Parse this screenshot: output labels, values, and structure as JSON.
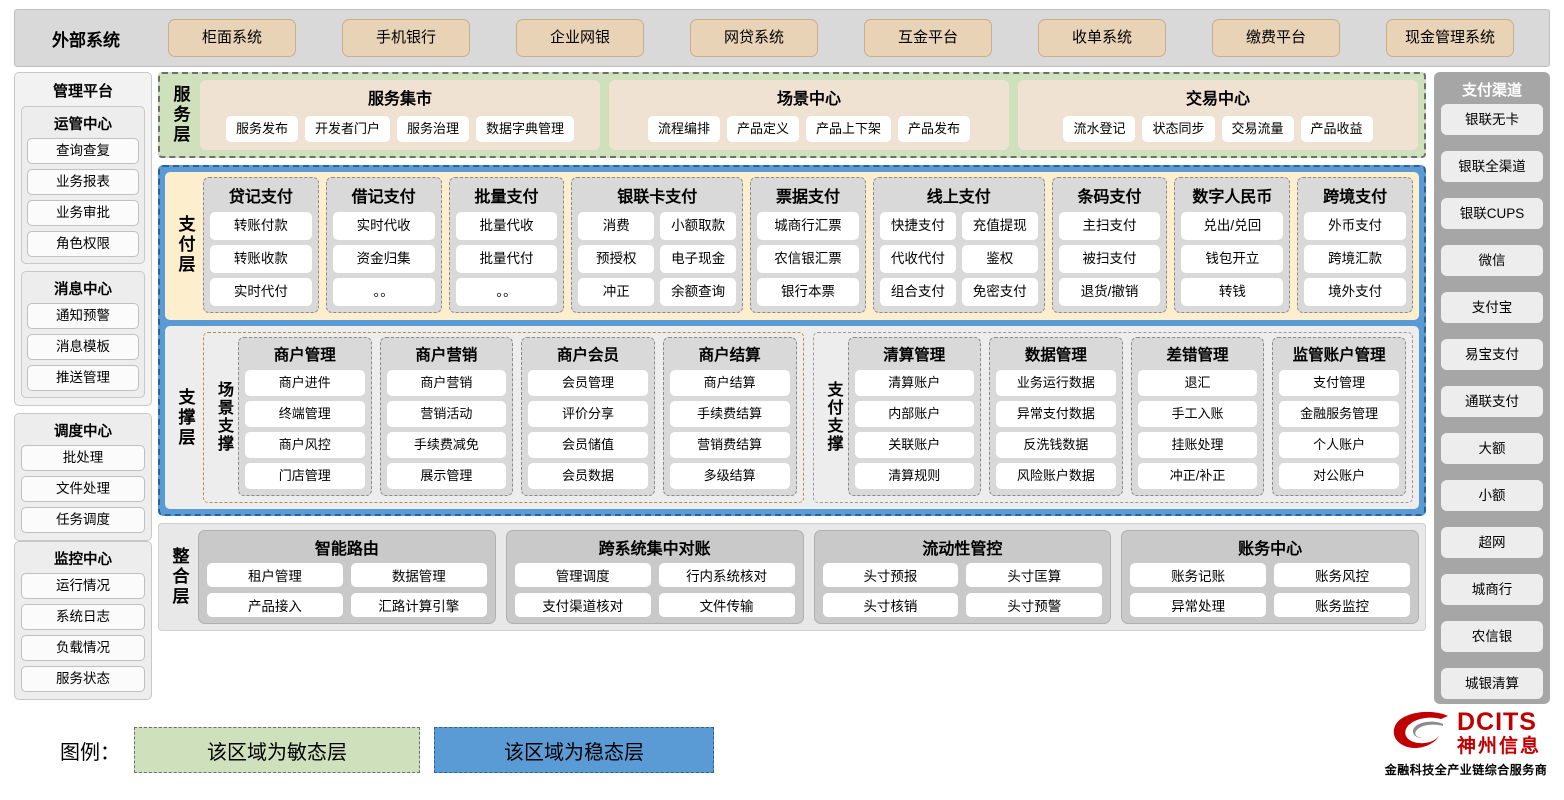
{
  "external": {
    "title": "外部系统",
    "items": [
      "柜面系统",
      "手机银行",
      "企业网银",
      "网贷系统",
      "互金平台",
      "收单系统",
      "缴费平台",
      "现金管理系统"
    ]
  },
  "management": {
    "title": "管理平台",
    "groups": [
      {
        "title": "运管中心",
        "items": [
          "查询查复",
          "业务报表",
          "业务审批",
          "角色权限"
        ]
      },
      {
        "title": "消息中心",
        "items": [
          "通知预警",
          "消息模板",
          "推送管理"
        ]
      }
    ],
    "standalone": [
      {
        "title": "调度中心",
        "items": [
          "批处理",
          "文件处理",
          "任务调度"
        ]
      },
      {
        "title": "监控中心",
        "items": [
          "运行情况",
          "系统日志",
          "负载情况",
          "服务状态"
        ]
      }
    ]
  },
  "service_layer": {
    "label": "服务层",
    "groups": [
      {
        "title": "服务集市",
        "items": [
          "服务发布",
          "开发者门户",
          "服务治理",
          "数据字典管理"
        ]
      },
      {
        "title": "场景中心",
        "items": [
          "流程编排",
          "产品定义",
          "产品上下架",
          "产品发布"
        ]
      },
      {
        "title": "交易中心",
        "items": [
          "流水登记",
          "状态同步",
          "交易流量",
          "产品收益"
        ]
      }
    ]
  },
  "payment_layer": {
    "label": "支付层",
    "groups": [
      {
        "title": "贷记支付",
        "cols": 1,
        "items": [
          "转账付款",
          "转账收款",
          "实时代付"
        ]
      },
      {
        "title": "借记支付",
        "cols": 1,
        "items": [
          "实时代收",
          "资金归集",
          "。。"
        ]
      },
      {
        "title": "批量支付",
        "cols": 1,
        "items": [
          "批量代收",
          "批量代付",
          "。。"
        ]
      },
      {
        "title": "银联卡支付",
        "cols": 2,
        "items": [
          "消费",
          "小额取款",
          "预授权",
          "电子现金",
          "冲正",
          "余额查询"
        ]
      },
      {
        "title": "票据支付",
        "cols": 1,
        "items": [
          "城商行汇票",
          "农信银汇票",
          "银行本票"
        ]
      },
      {
        "title": "线上支付",
        "cols": 2,
        "items": [
          "快捷支付",
          "充值提现",
          "代收代付",
          "鉴权",
          "组合支付",
          "免密支付"
        ]
      },
      {
        "title": "条码支付",
        "cols": 1,
        "items": [
          "主扫支付",
          "被扫支付",
          "退货/撤销"
        ]
      },
      {
        "title": "数字人民币",
        "cols": 1,
        "items": [
          "兑出/兑回",
          "钱包开立",
          "转钱"
        ]
      },
      {
        "title": "跨境支付",
        "cols": 1,
        "items": [
          "外币支付",
          "跨境汇款",
          "境外支付"
        ]
      }
    ]
  },
  "support_layer": {
    "label": "支撑层",
    "blocks": [
      {
        "label": "场景支撑",
        "cards": [
          {
            "title": "商户管理",
            "items": [
              "商户进件",
              "终端管理",
              "商户风控",
              "门店管理"
            ]
          },
          {
            "title": "商户营销",
            "items": [
              "商户营销",
              "营销活动",
              "手续费减免",
              "展示管理"
            ]
          },
          {
            "title": "商户会员",
            "items": [
              "会员管理",
              "评价分享",
              "会员储值",
              "会员数据"
            ]
          },
          {
            "title": "商户结算",
            "items": [
              "商户结算",
              "手续费结算",
              "营销费结算",
              "多级结算"
            ]
          }
        ]
      },
      {
        "label": "支付支撑",
        "cards": [
          {
            "title": "清算管理",
            "items": [
              "清算账户",
              "内部账户",
              "关联账户",
              "清算规则"
            ]
          },
          {
            "title": "数据管理",
            "items": [
              "业务运行数据",
              "异常支付数据",
              "反洗钱数据",
              "风险账户数据"
            ]
          },
          {
            "title": "差错管理",
            "items": [
              "退汇",
              "手工入账",
              "挂账处理",
              "冲正/补正"
            ]
          },
          {
            "title": "监管账户管理",
            "items": [
              "支付管理",
              "金融服务管理",
              "个人账户",
              "对公账户"
            ]
          }
        ]
      }
    ]
  },
  "integration_layer": {
    "label": "整合层",
    "groups": [
      {
        "title": "智能路由",
        "items": [
          "租户管理",
          "数据管理",
          "产品接入",
          "汇路计算引擎"
        ]
      },
      {
        "title": "跨系统集中对账",
        "items": [
          "管理调度",
          "行内系统核对",
          "支付渠道核对",
          "文件传输"
        ]
      },
      {
        "title": "流动性管控",
        "items": [
          "头寸预报",
          "头寸匡算",
          "头寸核销",
          "头寸预警"
        ]
      },
      {
        "title": "账务中心",
        "items": [
          "账务记账",
          "账务风控",
          "异常处理",
          "账务监控"
        ]
      }
    ]
  },
  "channels": {
    "title": "支付渠道",
    "items": [
      "银联无卡",
      "银联全渠道",
      "银联CUPS",
      "微信",
      "支付宝",
      "易宝支付",
      "通联支付",
      "大额",
      "小额",
      "超网",
      "城商行",
      "农信银",
      "城银清算"
    ]
  },
  "legend": {
    "label": "图例：",
    "agile": "该区域为敏态层",
    "stable": "该区域为稳态层",
    "agile_color": "#cfe0bd",
    "stable_color": "#5b9bd5"
  },
  "logo": {
    "en": "DCITS",
    "cn": "神州信息",
    "tagline": "金融科技全产业链综合服务商",
    "color": "#c00000"
  }
}
